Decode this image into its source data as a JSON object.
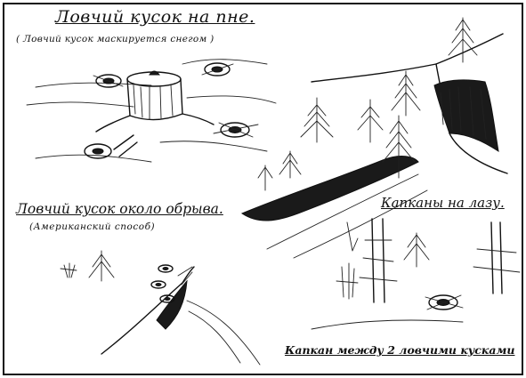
{
  "sheet": {
    "caption_bait_on_stump": "Ловчий кусок на пне.",
    "sub_bait_on_stump": "( Ловчий кусок маскируется снегом )",
    "caption_bait_near_cliff": "Ловчий кусок около обрыва.",
    "sub_bait_near_cliff": "(Американский способ)",
    "caption_traps_on_trail": "Капканы на лазу.",
    "caption_trap_between_baits": "Капкан между 2 ловчими кусками"
  }
}
